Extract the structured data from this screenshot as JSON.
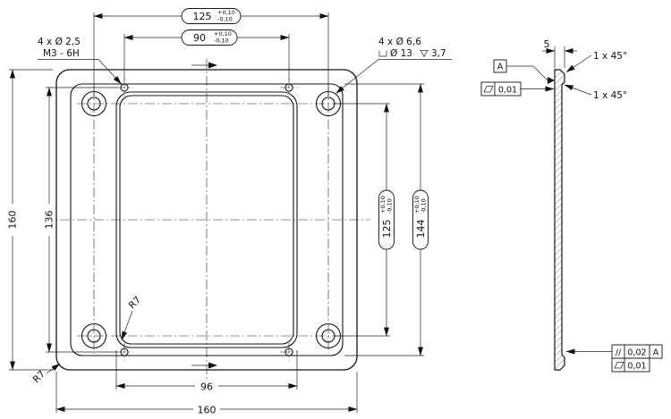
{
  "drawing": {
    "front_view": {
      "callout_tapped": {
        "line1": "4 x Ø 2,5",
        "line2": "M3 - 6H"
      },
      "callout_cbore": {
        "line1": "4 x Ø 6,6",
        "cbore_dia": "Ø 13",
        "depth": "3,7"
      },
      "dim_holes_h": {
        "value": "125",
        "tol_plus": "+0,10",
        "tol_minus": "-0,10"
      },
      "dim_tapped_h": {
        "value": "90",
        "tol_plus": "+0,10",
        "tol_minus": "-0,10"
      },
      "dim_plate_height": "160",
      "dim_tapped_v": "136",
      "dim_holes_v": {
        "value": "125",
        "tol_plus": "+0,10",
        "tol_minus": "-0,10"
      },
      "dim_recess_v": {
        "value": "144",
        "tol_plus": "+0,10",
        "tol_minus": "-0,10"
      },
      "dim_pocket_w": "96",
      "dim_plate_width": "160",
      "radius_pocket": "R7",
      "radius_corner": "R7"
    },
    "side_view": {
      "dim_thickness": "5",
      "chamfer_top": "1 x 45°",
      "chamfer_bottom": "1 x 45°",
      "datum_label": "A",
      "flatness_front": "0,01",
      "parallelism": {
        "symbol": "//",
        "tol": "0,02",
        "datum": "A"
      },
      "flatness_back": "0,01"
    }
  }
}
